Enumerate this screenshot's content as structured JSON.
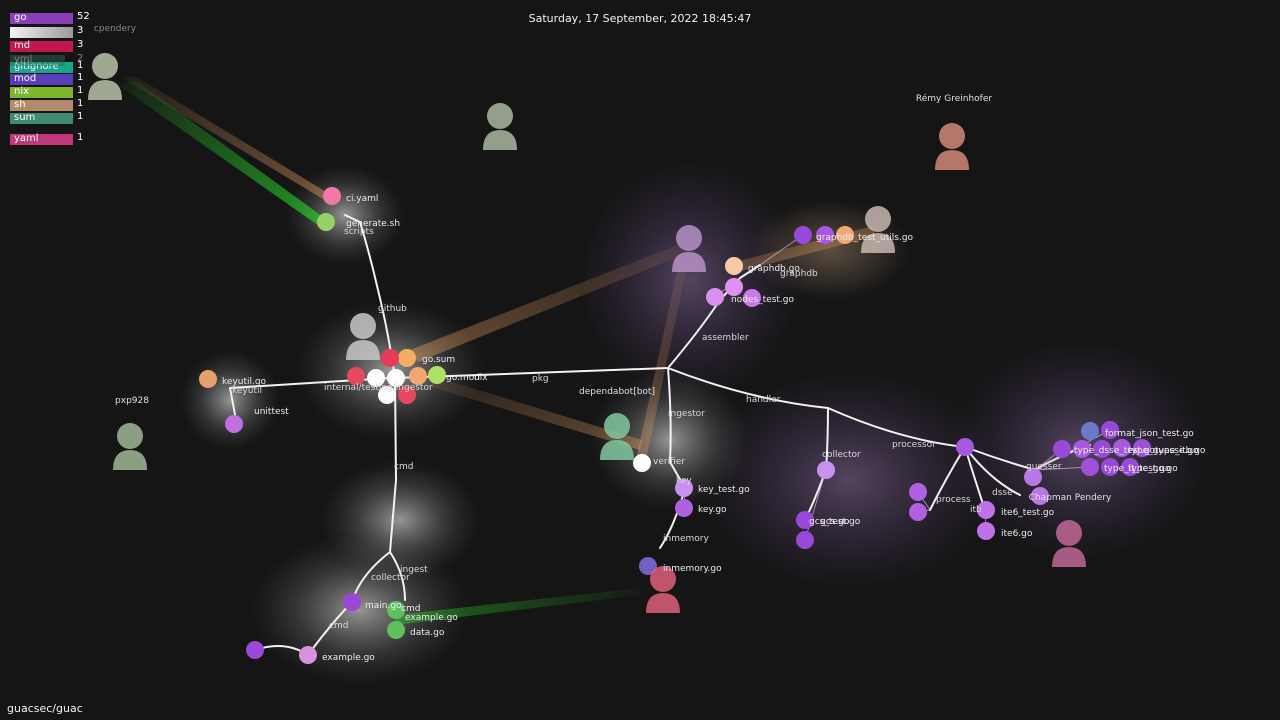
{
  "timestamp": "Saturday, 17 September, 2022 18:45:47",
  "repo": "guacsec/guac",
  "legend": [
    {
      "ext": "go",
      "count": "52",
      "color": "#8a3fb8"
    },
    {
      "ext": "",
      "count": "3",
      "color": "#d9d9d9"
    },
    {
      "ext": "md",
      "count": "3",
      "color": "#c2184f"
    },
    {
      "ext": "gitignore",
      "count": "1",
      "color": "#1aa68c"
    },
    {
      "ext": "mod",
      "count": "1",
      "color": "#5a3db8"
    },
    {
      "ext": "nix",
      "count": "1",
      "color": "#7ab828"
    },
    {
      "ext": "sh",
      "count": "1",
      "color": "#b58a6a"
    },
    {
      "ext": "sum",
      "count": "1",
      "color": "#3f8a73"
    },
    {
      "ext": "yaml",
      "count": "1",
      "color": "#c2367a"
    }
  ],
  "legend_ghost": [
    "yml",
    "2"
  ],
  "users": [
    {
      "name": "cpendery",
      "color": "#b8c2a8"
    },
    {
      "name": "",
      "color": "#aab8a0"
    },
    {
      "name": "Rémy Greinhofer",
      "color": "#d08a78"
    },
    {
      "name": "",
      "color": "#c8b8b0"
    },
    {
      "name": "",
      "color": "#b890c8"
    },
    {
      "name": "",
      "color": "#c8c8c8"
    },
    {
      "name": "pxp928",
      "color": "#a0b898"
    },
    {
      "name": "dependabot[bot]",
      "color": "#80c8a0"
    },
    {
      "name": "Chapman Pendery",
      "color": "#c06898"
    },
    {
      "name": "",
      "color": "#e0607a"
    }
  ],
  "dir_labels": [
    "github",
    "scripts",
    "pkg",
    "assembler",
    "graphdb",
    "handler",
    "ingestor",
    "verifier",
    "key",
    "inmemory",
    "collector",
    "processor",
    "guesser",
    "process",
    "dsse",
    "itb",
    "cmd",
    "ingest",
    "collector",
    "cmd",
    "keyutil",
    "internal/testing/ingestor"
  ],
  "file_labels": [
    "ci.yaml",
    "generate.sh",
    "go.sum",
    "go.mod",
    "nix",
    "graphdb_test_utils.go",
    "graphdb.go",
    "nodes_test.go",
    "key_test.go",
    "key.go",
    "inmemory.go",
    "gcs_test.go",
    "gcs.go",
    "format_json_test.go",
    "type_dsse_test.go",
    "type_guesse.go",
    "type_itb.go",
    "type_it_test.go",
    "type_go.go",
    "ite6_test.go",
    "ite6.go",
    "main.go",
    "cmd",
    "example.go",
    "example.go",
    "data.go",
    "keyutil.go",
    "unittest"
  ]
}
